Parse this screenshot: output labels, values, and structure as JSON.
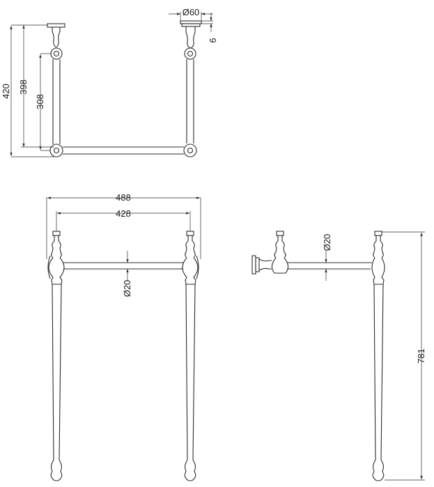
{
  "dimensions": {
    "top_height_420": "420",
    "top_height_398": "398",
    "top_height_308": "308",
    "flange_diameter": "Ø60",
    "flange_thickness": "6",
    "front_width_488": "488",
    "front_width_428": "428",
    "front_bar_diameter": "Ø20",
    "side_bar_diameter": "Ø20",
    "side_height_781": "781"
  },
  "colors": {
    "line": "#2b2b2b",
    "background": "#ffffff"
  }
}
